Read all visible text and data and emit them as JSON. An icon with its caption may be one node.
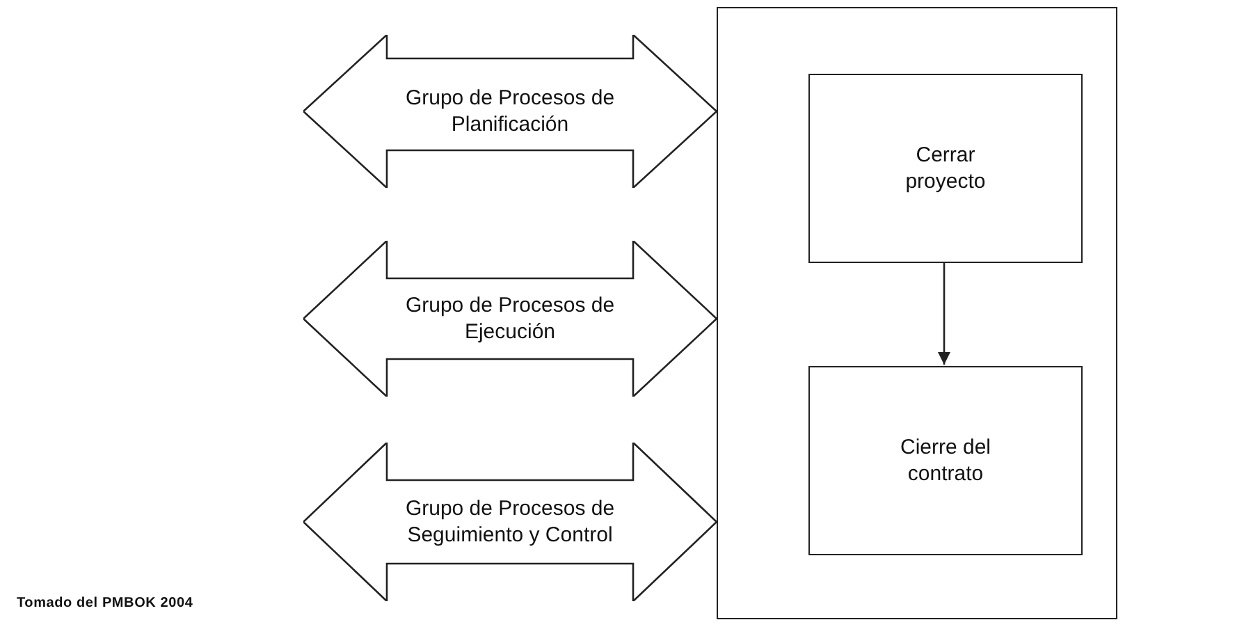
{
  "diagram": {
    "nodes": [
      {
        "text": [
          "Grupo de Procesos de Planificación"
        ]
      },
      {
        "text": [
          "Grupo de Procesos de Ejecución"
        ]
      },
      {
        "text": [
          "Grupo de Procesos de Seguimiento y Control"
        ]
      },
      {
        "text": [],
        "shape": "box"
      },
      {
        "text": [
          "Cerrar proyecto"
        ],
        "in": 3
      },
      {
        "text": [
          "Cierre del contrato"
        ],
        "in": 3
      }
    ],
    "edges": [
      {
        "from": 4,
        "to": 5,
        "arrow": "to"
      }
    ],
    "labels": [
      "Tomado del PMBOK 2004"
    ]
  }
}
